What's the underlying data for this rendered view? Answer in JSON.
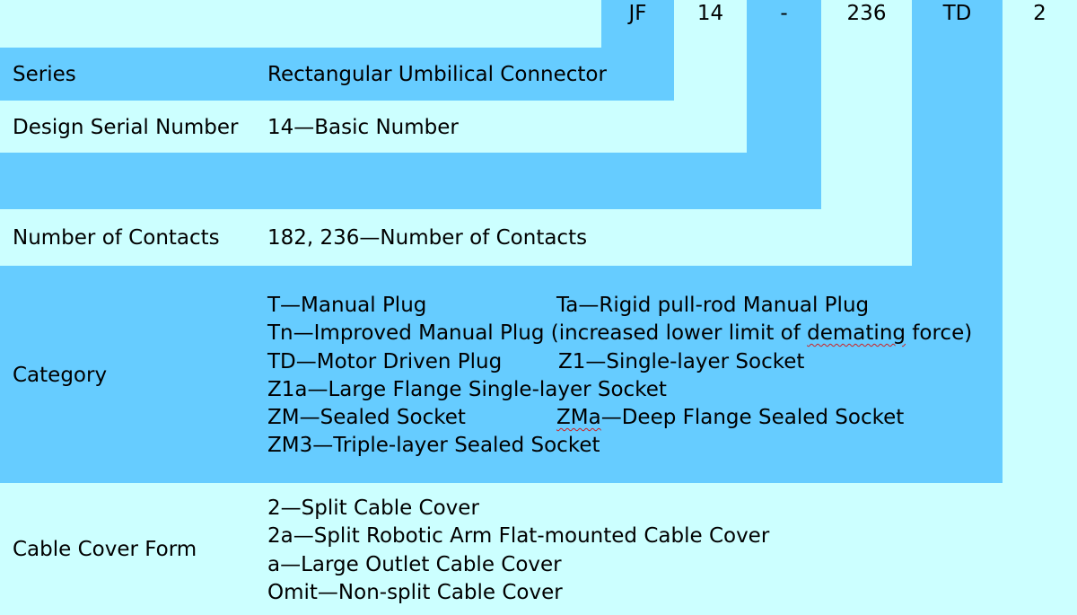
{
  "codes": {
    "series": "JF",
    "design": "14",
    "dash": "-",
    "contacts": "236",
    "category": "TD",
    "cover": "2"
  },
  "rows": {
    "series": {
      "label": "Series",
      "desc": "Rectangular Umbilical Connector"
    },
    "design": {
      "label": "Design Serial Number",
      "desc": "14—Basic Number"
    },
    "contacts": {
      "label": "Number of Contacts",
      "desc": "182, 236—Number of Contacts"
    },
    "category": {
      "label": "Category",
      "items": {
        "t": "T—Manual Plug",
        "ta": "Ta—Rigid pull-rod Manual Plug",
        "tn_a": "Tn—Improved Manual Plug (increased lower limit of ",
        "tn_b": "demating",
        "tn_c": " force)",
        "td": "TD—Motor Driven Plug",
        "z1": "Z1—Single-layer Socket",
        "z1a": "Z1a—Large Flange Single-layer Socket",
        "zm": "ZM—Sealed Socket",
        "zma_a": "ZMa",
        "zma_b": "—Deep Flange Sealed Socket",
        "zm3": "ZM3—Triple-layer Sealed Socket"
      }
    },
    "cover": {
      "label": "Cable Cover Form",
      "items": [
        "2—Split Cable Cover",
        "2a—Split Robotic Arm Flat-mounted Cable Cover",
        "a—Large Outlet Cable Cover",
        "Omit—Non-split Cable Cover"
      ]
    }
  }
}
